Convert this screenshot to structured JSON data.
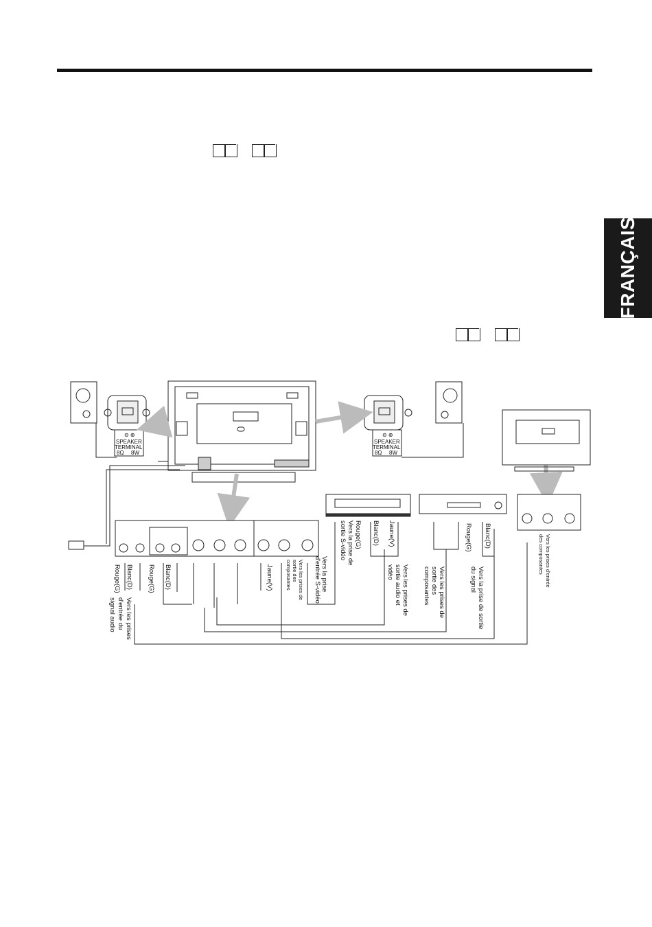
{
  "language_tab": "FRANÇAIS",
  "speaker_left": {
    "title": "SPEAKER",
    "subtitle": "TERMINAL",
    "rating_l": "8Ω",
    "rating_r": "8W"
  },
  "speaker_right": {
    "title": "SPEAKER",
    "subtitle": "TERMINAL",
    "rating_l": "8Ω",
    "rating_r": "8W"
  },
  "labels": {
    "rouge_g1": "Rouge(G)",
    "blanc_d1": "Blanc(D)",
    "rouge_g2": "Rouge(G)",
    "blanc_d2": "Blanc(D)",
    "jaune_v1": "Jaune(V)",
    "audio_in_1": "Vers les prises",
    "audio_in_2": "d'entrée du",
    "audio_in_3": "signal audio",
    "comp_out_small_1": "Vers les prises de",
    "comp_out_small_2": "sortie des",
    "comp_out_small_3": "composantes",
    "svideo_in_1": "Vers la prise",
    "svideo_in_2": "d'entrée S-vidéo",
    "vcr_svideo_1": "Vers la prise de",
    "vcr_svideo_2": "sortie S-vidéo",
    "vcr_rouge": "Rouge(G)",
    "vcr_blanc": "Blanc(D)",
    "vcr_jaune": "Jaune(V)",
    "vcr_av_1": "Vers les prises de",
    "vcr_av_2": "sortie audio et",
    "vcr_av_3": "vidéo",
    "dvd_comp_1": "Vers les prises de",
    "dvd_comp_2": "sortie des",
    "dvd_comp_3": "composantes",
    "dvd_rouge": "Rouge(G)",
    "dvd_blanc": "Blanc(D)",
    "dvd_sig_1": "Vers la prise de sortie",
    "dvd_sig_2": "du signal",
    "comp_in_1": "Vers les prises d'entrée",
    "comp_in_2": "des composantes"
  }
}
